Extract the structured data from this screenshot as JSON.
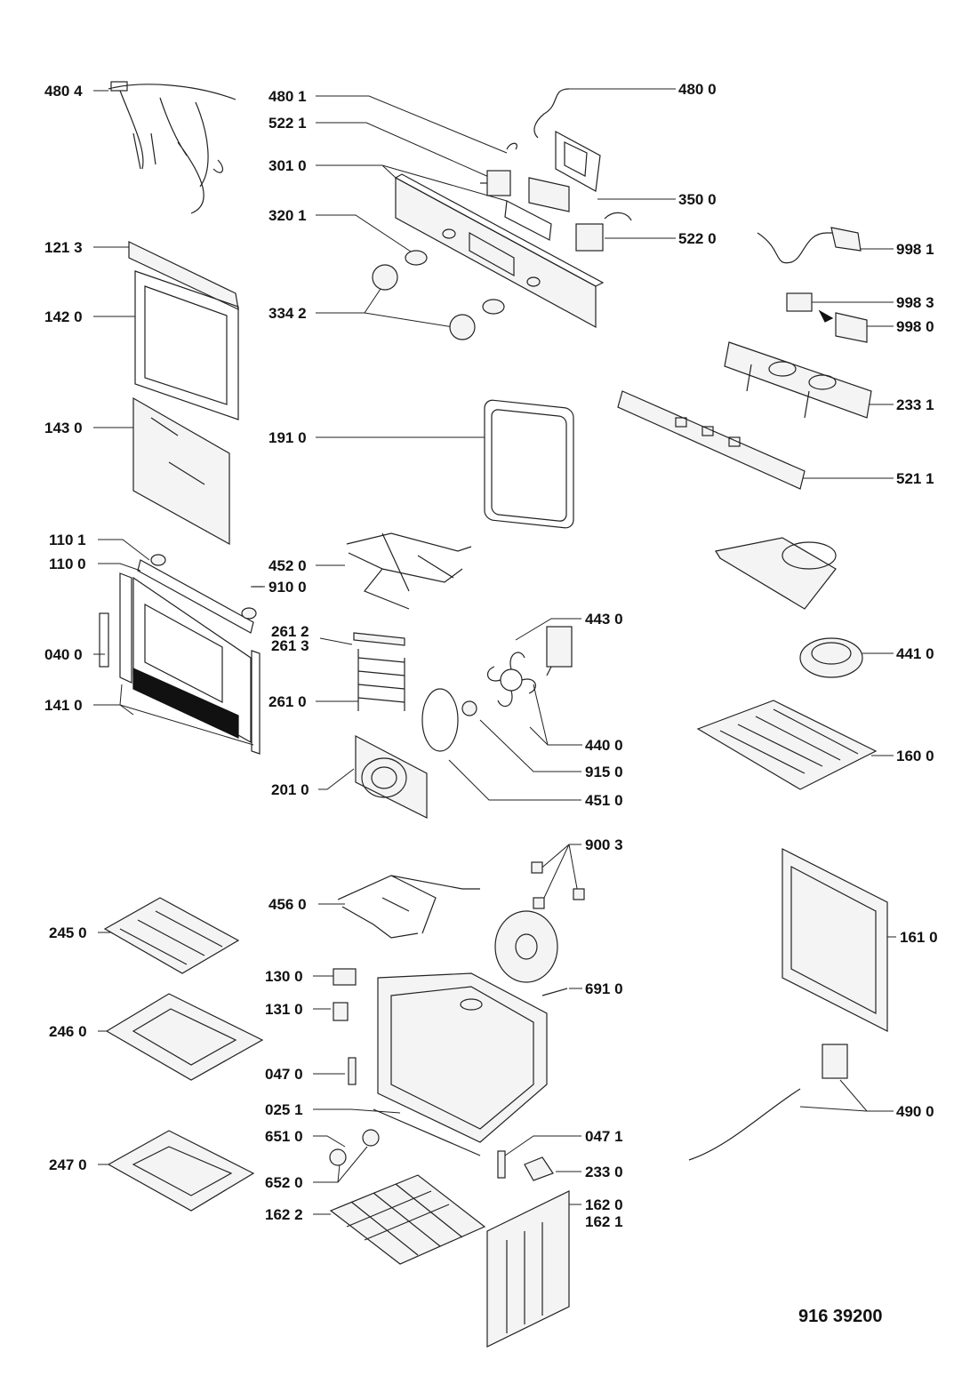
{
  "labels": {
    "p4804": "480 4",
    "p4801": "480 1",
    "p4800": "480 0",
    "p5221": "522 1",
    "p3010": "301 0",
    "p3500": "350 0",
    "p3201": "320 1",
    "p5220": "522 0",
    "p1213": "121 3",
    "p9981": "998 1",
    "p1420": "142 0",
    "p3342": "334 2",
    "p9983": "998 3",
    "p9980": "998 0",
    "p1430": "143 0",
    "p1910": "191 0",
    "p2331": "233 1",
    "p5211": "521 1",
    "p1101": "110 1",
    "p1100": "110 0",
    "p4520": "452 0",
    "p9100": "910 0",
    "p2612": "261 2",
    "p2613": "261 3",
    "p4430": "443 0",
    "p0400": "040 0",
    "p4410": "441 0",
    "p1410": "141 0",
    "p2610": "261 0",
    "p4400": "440 0",
    "p1600": "160 0",
    "p9150": "915 0",
    "p2010": "201 0",
    "p4510": "451 0",
    "p9003": "900 3",
    "p4560": "456 0",
    "p2450": "245 0",
    "p1610": "161 0",
    "p1300": "130 0",
    "p6910": "691 0",
    "p1310": "131 0",
    "p2460": "246 0",
    "p0470": "047 0",
    "p0251": "025 1",
    "p4900": "490 0",
    "p6510": "651 0",
    "p0471": "047 1",
    "p2470": "247 0",
    "p2330": "233 0",
    "p6520": "652 0",
    "p1620": "162 0",
    "p1621": "162 1",
    "p1622": "162 2"
  },
  "footer": {
    "code": "916 39200"
  },
  "colors": {
    "ink": "#111111",
    "paper": "#ffffff"
  }
}
